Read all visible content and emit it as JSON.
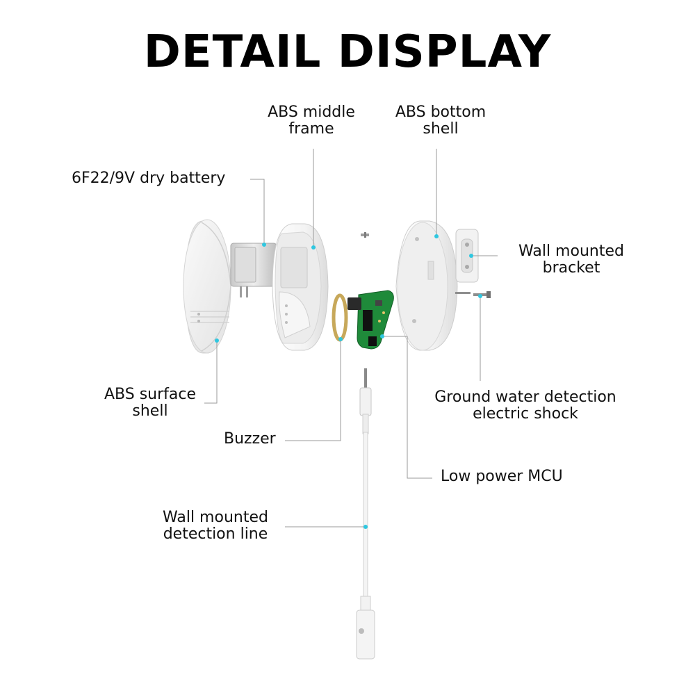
{
  "title": "DETAIL DISPLAY",
  "callouts": {
    "abs_middle_frame": [
      "ABS middle",
      "frame"
    ],
    "abs_bottom_shell": [
      "ABS bottom",
      "shell"
    ],
    "dry_battery": [
      "6F22/9V dry battery"
    ],
    "wall_mounted_bracket": [
      "Wall mounted",
      "bracket"
    ],
    "abs_surface_shell": [
      "ABS surface",
      "shell"
    ],
    "ground_water_detection": [
      "Ground water detection",
      "electric shock"
    ],
    "buzzer": [
      "Buzzer"
    ],
    "low_power_mcu": [
      "Low power MCU"
    ],
    "wall_mounted_detection_line": [
      "Wall mounted",
      "detection line"
    ]
  },
  "colors": {
    "leader_line": "#9a9a9a",
    "callout_dot": "#2ec7e0",
    "pcb_green": "#1f8a3a",
    "shell_white": "#f4f4f4"
  }
}
